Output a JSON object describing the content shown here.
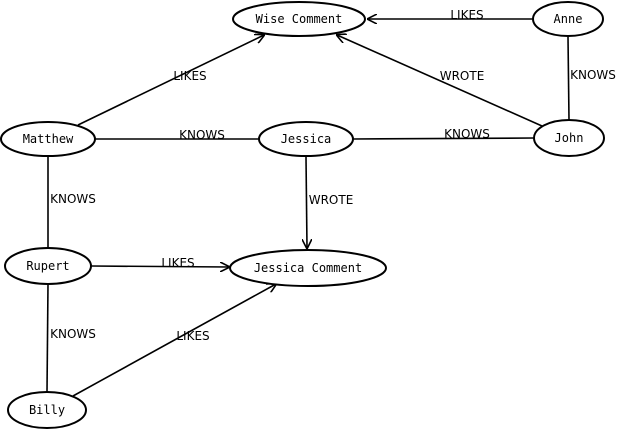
{
  "nodes": {
    "wise_comment": "Wise Comment",
    "anne": "Anne",
    "matthew": "Matthew",
    "jessica": "Jessica",
    "john": "John",
    "rupert": "Rupert",
    "jessica_comment": "Jessica Comment",
    "billy": "Billy"
  },
  "edges": {
    "anne_likes_wise": "LIKES",
    "matthew_likes_wise": "LIKES",
    "john_wrote_wise": "WROTE",
    "anne_knows_john": "KNOWS",
    "matthew_knows_jessica": "KNOWS",
    "jessica_knows_john": "KNOWS",
    "matthew_knows_rupert": "KNOWS",
    "jessica_wrote_comment": "WROTE",
    "rupert_likes_comment": "LIKES",
    "rupert_knows_billy": "KNOWS",
    "billy_likes_comment": "LIKES"
  }
}
